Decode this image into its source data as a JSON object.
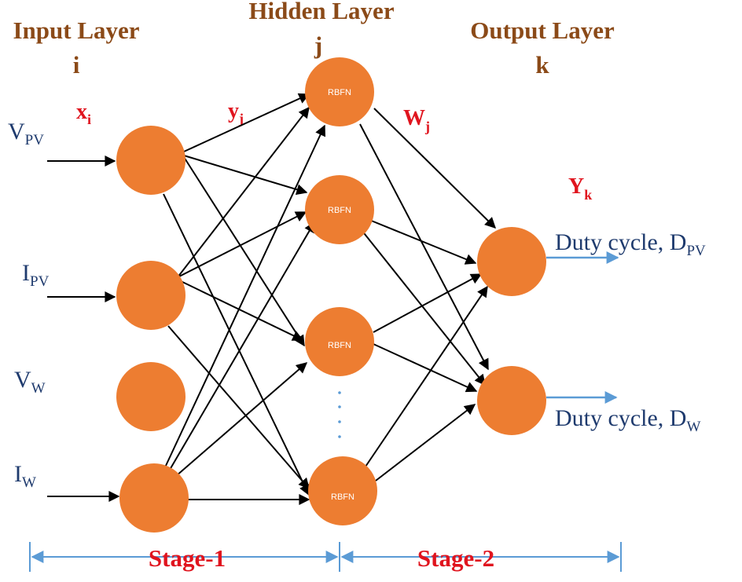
{
  "headers": {
    "input_title": "Input Layer",
    "input_index": "i",
    "hidden_title": "Hidden Layer",
    "hidden_index": "j",
    "output_title": "Output Layer",
    "output_index": "k"
  },
  "symbols": {
    "x": {
      "base": "x",
      "sub": "i"
    },
    "y": {
      "base": "y",
      "sub": "j"
    },
    "w": {
      "base": "W",
      "sub": "j"
    },
    "Y": {
      "base": "Y",
      "sub": "k"
    }
  },
  "inputs": [
    {
      "base": "V",
      "sub": "PV"
    },
    {
      "base": "I",
      "sub": "PV"
    },
    {
      "base": "V",
      "sub": "W"
    },
    {
      "base": "I",
      "sub": "W"
    }
  ],
  "hidden_nodes": [
    "RBFN",
    "RBFN",
    "RBFN",
    "RBFN"
  ],
  "ellipsis": "⋮",
  "outputs": [
    {
      "base": "Duty cycle, D",
      "sub": "PV"
    },
    {
      "base": "Duty cycle, D",
      "sub": "W"
    }
  ],
  "stages": [
    "Stage-1",
    "Stage-2"
  ],
  "colors": {
    "node_fill": "#ED7D31",
    "header": "#8B4A18",
    "symbol_red": "#E0141E",
    "input_blue": "#1F3B6E",
    "arrow": "#000000",
    "stage_line": "#5B9BD5"
  }
}
